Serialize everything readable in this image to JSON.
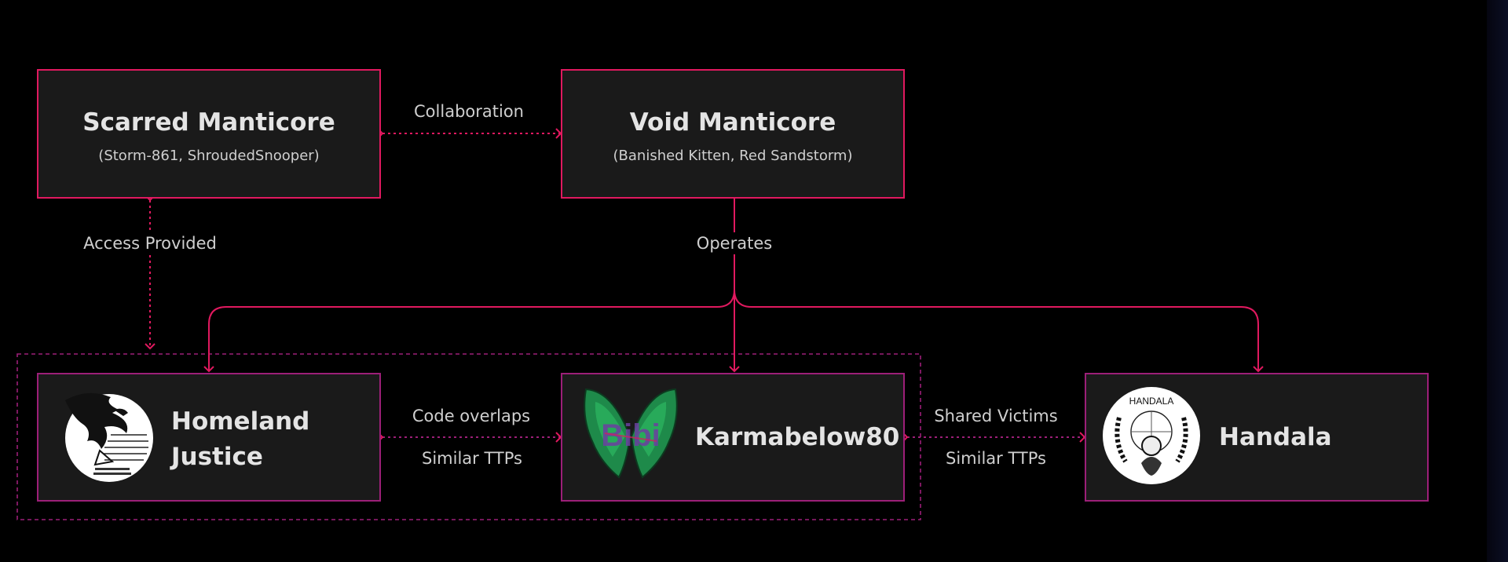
{
  "nodes": {
    "scarred": {
      "title": "Scarred Manticore",
      "aliases": "(Storm-861, ShroudedSnooper)"
    },
    "void": {
      "title": "Void Manticore",
      "aliases": "(Banished Kitten, Red Sandstorm)"
    },
    "homeland": {
      "title_line1": "Homeland",
      "title_line2": "Justice",
      "logo_icon": "homeland-justice-eagle-logo"
    },
    "karma": {
      "title": "Karmabelow80",
      "logo_icon": "green-butterfly-bibi-logo",
      "logo_text": "Bibi"
    },
    "handala": {
      "title": "Handala",
      "logo_icon": "handala-emblem-logo",
      "logo_text": "HANDALA"
    }
  },
  "edges": {
    "collaboration": "Collaboration",
    "access_provided": "Access Provided",
    "operates": "Operates",
    "code_overlaps": "Code overlaps",
    "similar_ttps_1": "Similar TTPs",
    "shared_victims": "Shared Victims",
    "similar_ttps_2": "Similar TTPs"
  },
  "colors": {
    "background": "#000000",
    "node_fill": "#1a1a1a",
    "accent": "#e0195f",
    "group_border": "#9c1f78",
    "text": "#e4e4e4"
  }
}
